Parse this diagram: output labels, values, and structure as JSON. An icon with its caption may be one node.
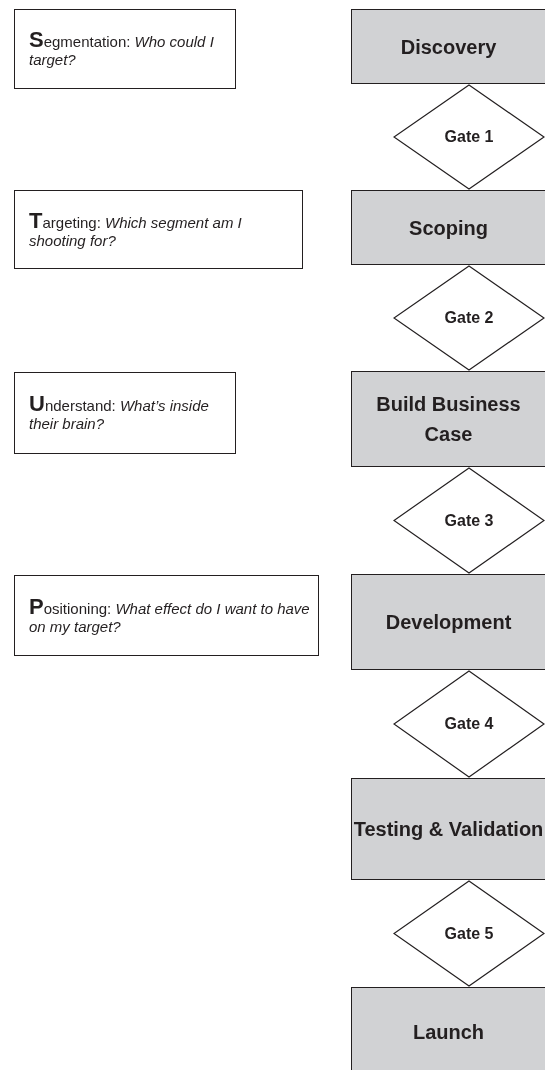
{
  "diagram": {
    "nodes": [
      {
        "text": [
          "**S**egmentation: *Who could I target?*"
        ]
      },
      {
        "text": [
          "Discovery"
        ]
      },
      {
        "text": [
          "Gate 1"
        ]
      },
      {
        "text": [
          "**T**argeting: *Which segment am I shooting for?*"
        ]
      },
      {
        "text": [
          "Scoping"
        ]
      },
      {
        "text": [
          "Gate 2"
        ]
      },
      {
        "text": [
          "**U**nderstand: *What’s inside their brain?*"
        ]
      },
      {
        "text": [
          "Build Business Case"
        ]
      },
      {
        "text": [
          "Gate 3"
        ]
      },
      {
        "text": [
          "**P**ositioning: *What effect do I want to have on my target?*"
        ]
      },
      {
        "text": [
          "Development"
        ]
      },
      {
        "text": [
          "Gate 4"
        ]
      },
      {
        "text": [
          "Testing & Validation"
        ]
      },
      {
        "text": [
          "Gate 5"
        ]
      },
      {
        "text": [
          "Launch"
        ]
      }
    ]
  }
}
